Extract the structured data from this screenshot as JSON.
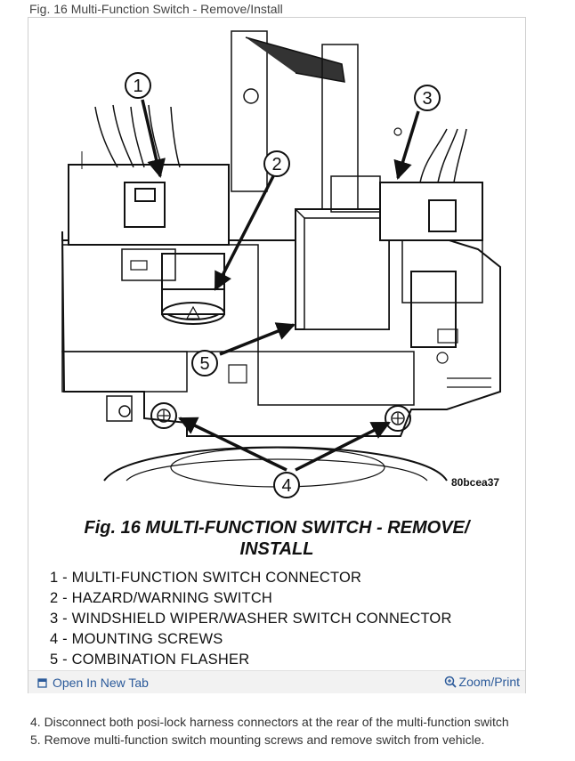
{
  "caption": "Fig. 16 Multi-Function Switch - Remove/Install",
  "figure": {
    "callouts": [
      "1",
      "2",
      "3",
      "4",
      "5"
    ],
    "code": "80bcea37",
    "title_line1": "Fig. 16 MULTI-FUNCTION SWITCH - REMOVE/",
    "title_line2": "INSTALL",
    "legend": [
      "1 - MULTI-FUNCTION SWITCH CONNECTOR",
      "2 - HAZARD/WARNING SWITCH",
      "3 - WINDSHIELD WIPER/WASHER SWITCH CONNECTOR",
      "4 - MOUNTING SCREWS",
      "5 - COMBINATION FLASHER"
    ]
  },
  "toolbar": {
    "open_label": "Open In New Tab",
    "open_icon": "external-link-icon",
    "zoom_label": "Zoom/Print",
    "zoom_icon": "zoom-icon"
  },
  "steps": [
    "4. Disconnect both posi-lock harness connectors at the rear of the multi-function switch",
    "5. Remove multi-function switch mounting screws and remove switch from vehicle."
  ]
}
